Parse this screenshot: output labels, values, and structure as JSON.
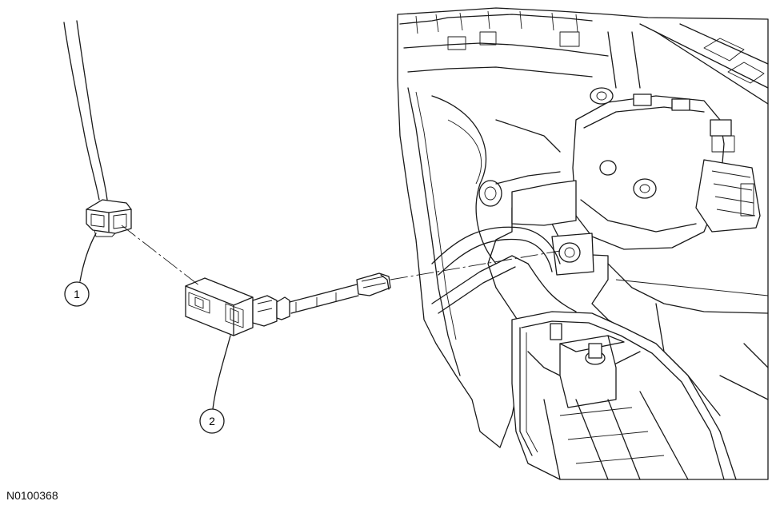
{
  "diagram": {
    "reference_id": "N0100368",
    "callouts": [
      {
        "label": "1"
      },
      {
        "label": "2"
      }
    ]
  }
}
